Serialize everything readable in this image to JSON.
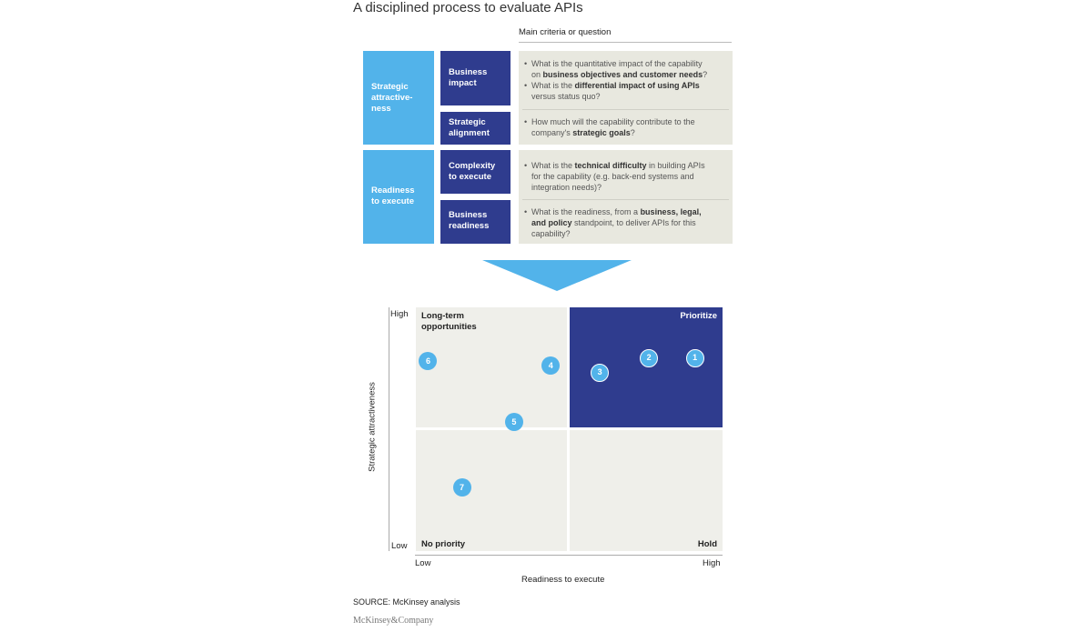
{
  "title": "A disciplined process to evaluate APIs",
  "column_header": "Main criteria or question",
  "groups": [
    {
      "label": "Strategic attractive-ness",
      "label_lines": [
        "Strategic",
        "attractive-",
        "ness"
      ],
      "criteria": [
        {
          "label_lines": [
            "Business",
            "impact"
          ],
          "questions": [
            [
              "What is the quantitative impact of the capability",
              "on business objectives and customer needs?"
            ],
            [
              "What is the differential impact of using APIs",
              "versus status quo?"
            ]
          ]
        },
        {
          "label_lines": [
            "Strategic",
            "alignment"
          ],
          "questions": [
            [
              "How much will the capability contribute to the",
              "company's strategic goals?"
            ]
          ]
        }
      ]
    },
    {
      "label_lines": [
        "Readiness",
        "to execute"
      ],
      "criteria": [
        {
          "label_lines": [
            "Complexity",
            "to execute"
          ],
          "questions": [
            [
              "What is the technical difficulty in building APIs",
              "for the capability (e.g. back-end systems and",
              "integration needs)?"
            ]
          ]
        },
        {
          "label_lines": [
            "Business",
            "readiness"
          ],
          "questions": [
            [
              "What is the readiness, from a business, legal,",
              "and policy standpoint, to deliver APIs for this",
              "capability?"
            ]
          ]
        }
      ]
    }
  ],
  "matrix": {
    "y_axis_label": "Strategic attractiveness",
    "x_axis_label": "Readiness to execute",
    "y_high": "High",
    "y_low": "Low",
    "x_low": "Low",
    "x_high": "High",
    "quadrants": {
      "top_left": [
        "Long-term",
        "opportunities"
      ],
      "top_right": "Prioritize",
      "bottom_left": "No priority",
      "bottom_right": "Hold"
    },
    "colors": {
      "accent": "#52b3ea",
      "prioritize": "#2f3c8e",
      "panel": "#efefea"
    },
    "points": [
      {
        "label": "1",
        "x": 0.91,
        "y": 0.79
      },
      {
        "label": "2",
        "x": 0.76,
        "y": 0.79
      },
      {
        "label": "3",
        "x": 0.6,
        "y": 0.73
      },
      {
        "label": "4",
        "x": 0.44,
        "y": 0.76
      },
      {
        "label": "5",
        "x": 0.32,
        "y": 0.53
      },
      {
        "label": "6",
        "x": 0.04,
        "y": 0.78
      },
      {
        "label": "7",
        "x": 0.15,
        "y": 0.26
      }
    ]
  },
  "source": "SOURCE: McKinsey analysis",
  "brand": "McKinsey&Company"
}
